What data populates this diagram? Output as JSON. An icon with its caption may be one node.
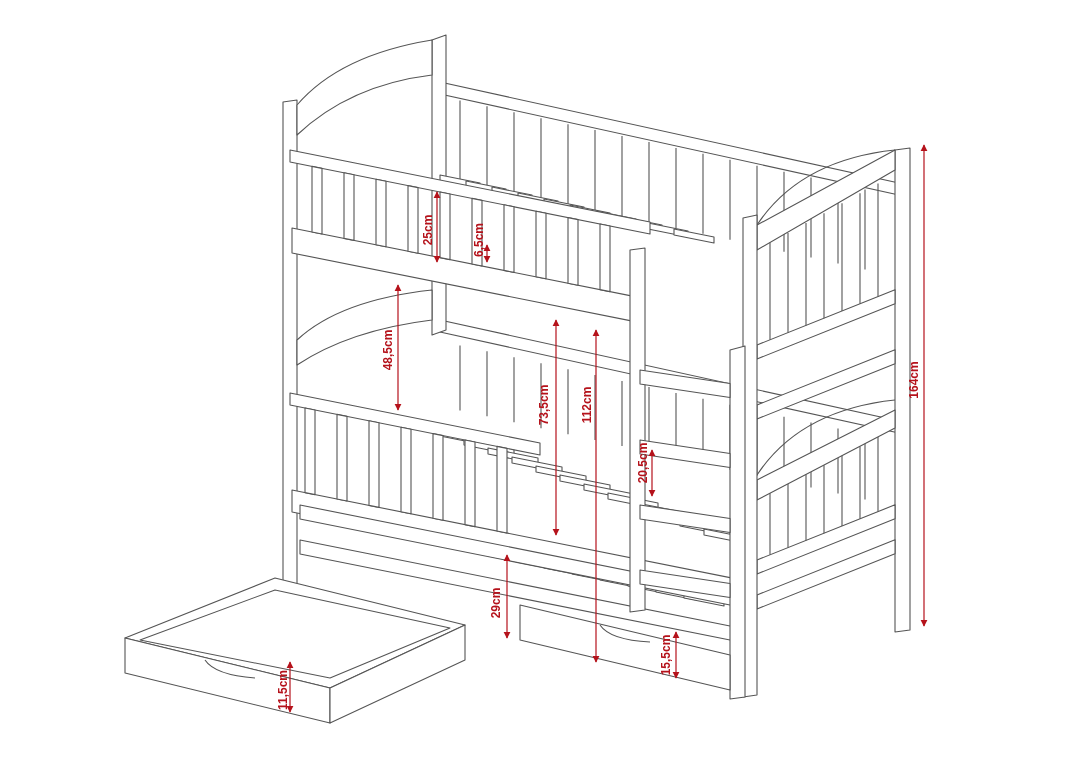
{
  "diagram": {
    "labels": [
      "25cm",
      "6,5cm",
      "48,5cm",
      "73,5cm",
      "112cm",
      "164cm",
      "20,5cm",
      "29cm",
      "15,5cm",
      "11,5cm"
    ]
  }
}
